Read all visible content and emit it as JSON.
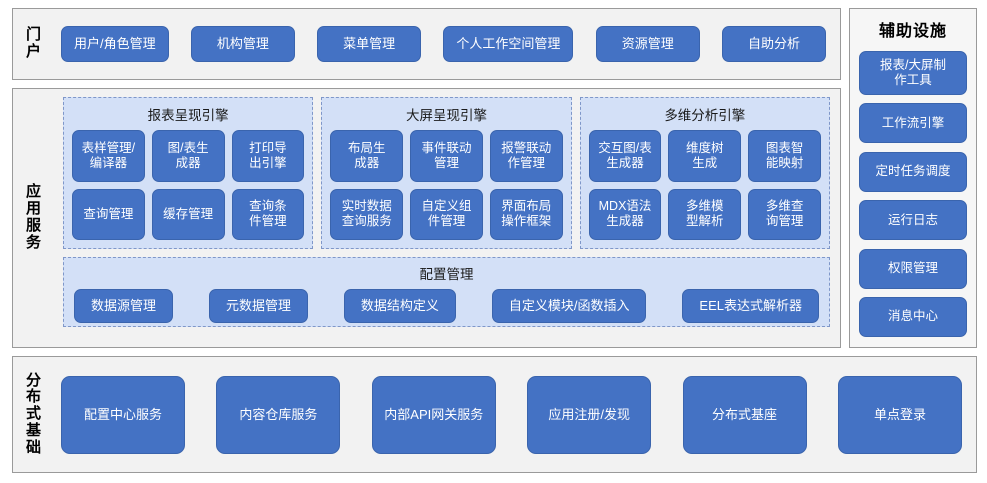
{
  "portal": {
    "label": "门户",
    "items": [
      {
        "label": "用户/角色管理"
      },
      {
        "label": "机构管理"
      },
      {
        "label": "菜单管理"
      },
      {
        "label": "个人工作空间管理"
      },
      {
        "label": "资源管理"
      },
      {
        "label": "自助分析"
      }
    ]
  },
  "app_services": {
    "label": "应用服务",
    "engines": [
      {
        "title": "报表呈现引擎",
        "items": [
          {
            "label": "表样管理/\n编译器"
          },
          {
            "label": "图/表生\n成器"
          },
          {
            "label": "打印导\n出引擎"
          },
          {
            "label": "查询管理"
          },
          {
            "label": "缓存管理"
          },
          {
            "label": "查询条\n件管理"
          }
        ]
      },
      {
        "title": "大屏呈现引擎",
        "items": [
          {
            "label": "布局生\n成器"
          },
          {
            "label": "事件联动\n管理"
          },
          {
            "label": "报警联动\n作管理"
          },
          {
            "label": "实时数据\n查询服务"
          },
          {
            "label": "自定义组\n件管理"
          },
          {
            "label": "界面布局\n操作框架"
          }
        ]
      },
      {
        "title": "多维分析引擎",
        "items": [
          {
            "label": "交互图/表\n生成器"
          },
          {
            "label": "维度树\n生成"
          },
          {
            "label": "图表智\n能映射"
          },
          {
            "label": "MDX语法\n生成器"
          },
          {
            "label": "多维模\n型解析"
          },
          {
            "label": "多维查\n询管理"
          }
        ]
      }
    ],
    "config": {
      "title": "配置管理",
      "items": [
        {
          "label": "数据源管理"
        },
        {
          "label": "元数据管理"
        },
        {
          "label": "数据结构定义"
        },
        {
          "label": "自定义模块/函数插入"
        },
        {
          "label": "EEL表达式解析器"
        }
      ]
    }
  },
  "aux": {
    "title": "辅助设施",
    "items": [
      {
        "label": "报表/大屏制\n作工具"
      },
      {
        "label": "工作流引擎"
      },
      {
        "label": "定时任务调度"
      },
      {
        "label": "运行日志"
      },
      {
        "label": "权限管理"
      },
      {
        "label": "消息中心"
      }
    ]
  },
  "base": {
    "label": "分布式基础",
    "items": [
      {
        "label": "配置中心服务"
      },
      {
        "label": "内容仓库服务"
      },
      {
        "label": "内部API网关服务"
      },
      {
        "label": "应用注册/发现"
      },
      {
        "label": "分布式基座"
      },
      {
        "label": "单点登录"
      }
    ]
  },
  "colors": {
    "button_fill": "#4472C4",
    "button_border": "#3A64AD",
    "group_fill": "#D3E0F7",
    "group_border": "#7F97C9",
    "panel_fill": "#F2F2F2",
    "panel_border": "#9A9A9A",
    "text_on_button": "#FFFFFF"
  }
}
